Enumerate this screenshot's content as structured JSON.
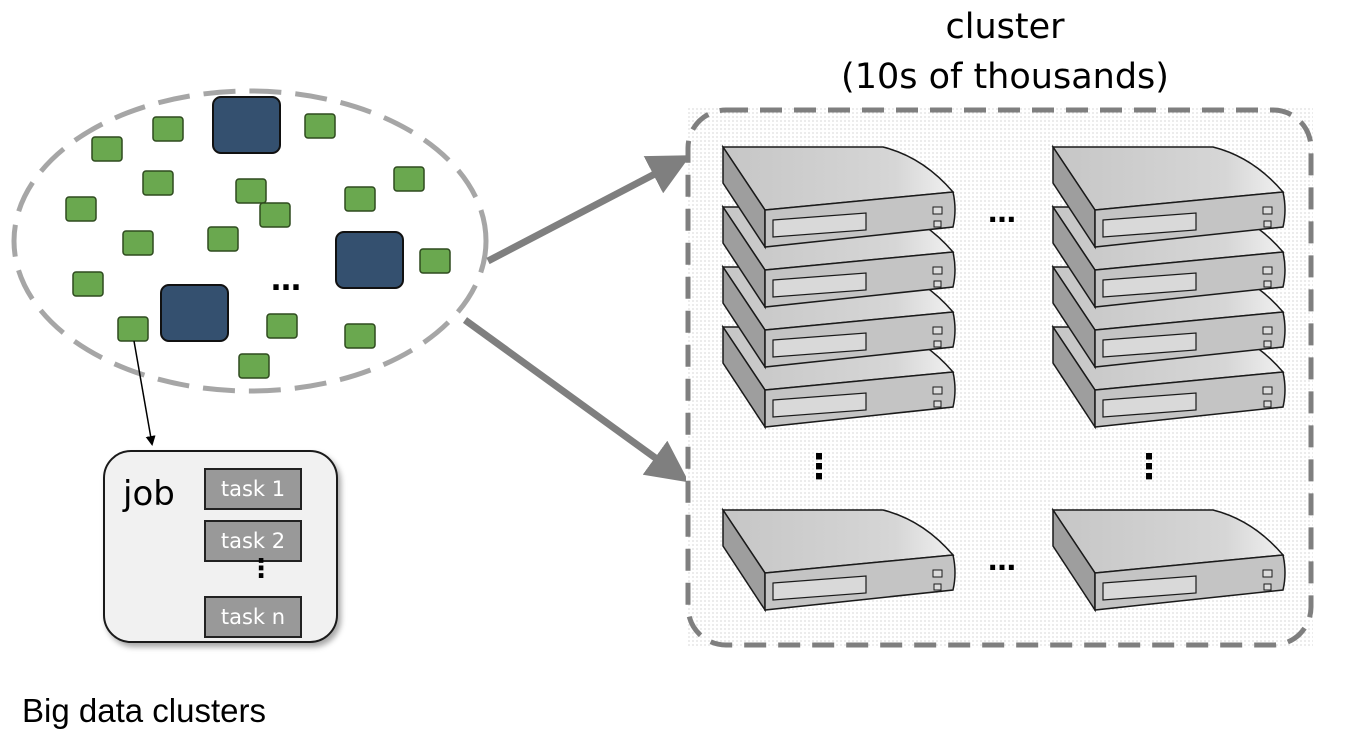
{
  "cluster": {
    "title_line1": "cluster",
    "title_line2": "(10s of thousands)",
    "row_ellipsis": "…",
    "col_ellipsis": "⋮"
  },
  "workload": {
    "ellipsis": "…"
  },
  "job": {
    "label": "job",
    "tasks": [
      "task 1",
      "task 2",
      "task n"
    ],
    "ellipsis": "⋮"
  },
  "caption": "Big data clusters",
  "colors": {
    "small_task": "#6aa84f",
    "large_task": "#34506f",
    "dash": "#a6a6a6",
    "arrow": "#7f7f7f",
    "server_top": "#d0d0d0",
    "server_front": "#c4c4c4"
  },
  "icons": [
    "server-icon",
    "small-task-icon",
    "large-task-icon",
    "arrow-icon"
  ]
}
